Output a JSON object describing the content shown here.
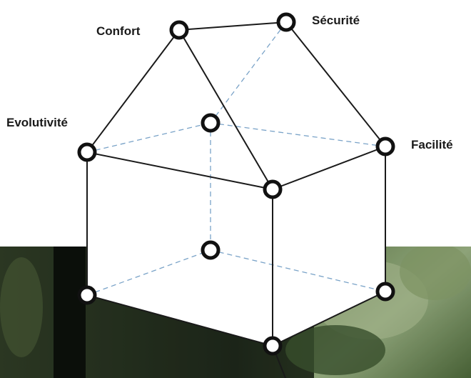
{
  "diagram": {
    "labels": {
      "confort": "Confort",
      "securite": "Sécurité",
      "evolutivite": "Evolutivité",
      "facilite": "Facilité"
    },
    "colors": {
      "edge": "#1a1a1a",
      "hidden_edge": "#7aa3c8",
      "node_fill": "#ffffff"
    }
  }
}
